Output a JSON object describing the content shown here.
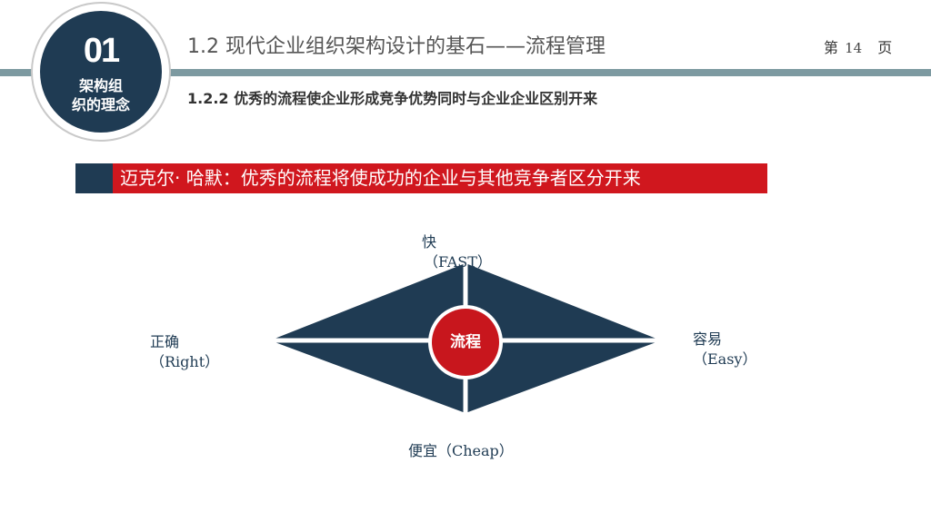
{
  "badge": {
    "number": "01",
    "label_line1": "架构组",
    "label_line2": "织的理念"
  },
  "header": {
    "title": "1.2 现代企业组织架构设计的基石——流程管理",
    "page_prefix": "第",
    "page_number": "14",
    "page_suffix": "页"
  },
  "subtitle": "1.2.2 优秀的流程使企业形成竞争优势同时与企业企业区别开来",
  "quote": "迈克尔· 哈默：优秀的流程将使成功的企业与其他竞争者区分开来",
  "diagram": {
    "center": "流程",
    "top_cn": "快",
    "top_en": "（FAST）",
    "left_cn": "正确",
    "left_en": "（Right）",
    "right_cn": "容易",
    "right_en": "（Easy）",
    "bottom": "便宜（Cheap）"
  },
  "colors": {
    "navy": "#1f3b53",
    "red": "#d0171e",
    "header_bar": "#7d9aa1"
  }
}
